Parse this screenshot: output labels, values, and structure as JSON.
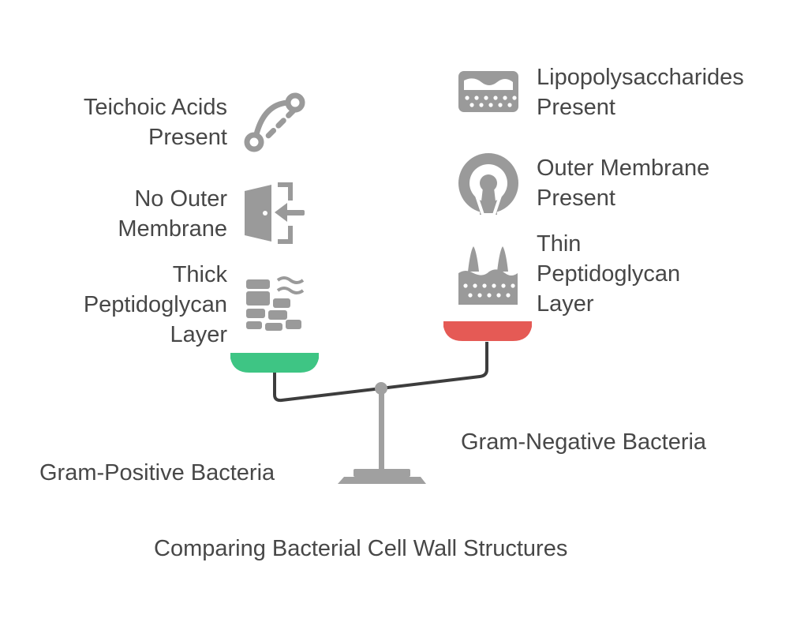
{
  "title": "Comparing Bacterial Cell Wall Structures",
  "left": {
    "label": "Gram-Positive Bacteria",
    "pan_color": "#3ec584",
    "features": [
      {
        "lines": [
          "Teichoic Acids",
          "Present"
        ],
        "icon": "teichoic-acid-chain-icon"
      },
      {
        "lines": [
          "No Outer",
          "Membrane"
        ],
        "icon": "door-enter-icon"
      },
      {
        "lines": [
          "Thick",
          "Peptidoglycan",
          "Layer"
        ],
        "icon": "thick-peptidoglycan-layer-icon"
      }
    ]
  },
  "right": {
    "label": "Gram-Negative Bacteria",
    "pan_color": "#e55a55",
    "features": [
      {
        "lines": [
          "Lipopolysaccharides",
          "Present"
        ],
        "icon": "lipopolysaccharide-layer-icon"
      },
      {
        "lines": [
          "Outer Membrane",
          "Present"
        ],
        "icon": "outer-membrane-icon"
      },
      {
        "lines": [
          "Thin",
          "Peptidoglycan",
          "Layer"
        ],
        "icon": "thin-peptidoglycan-layer-icon"
      }
    ]
  },
  "colors": {
    "icon": "#9a9a9a",
    "beam": "#3d3d3d",
    "stand": "#a0a0a0"
  }
}
